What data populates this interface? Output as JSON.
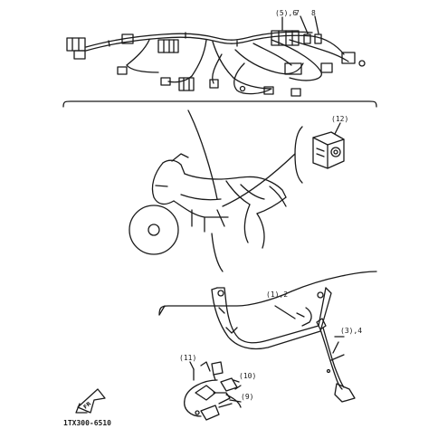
{
  "callouts": {
    "c56": "(5),6",
    "c7": "7",
    "c8": "8",
    "c12": "(12)",
    "c12b": "(1),2",
    "c34": "(3),4",
    "c11": "(11)",
    "c10": "(10)",
    "c9": "(9)"
  },
  "front_label": "FR",
  "part_code": "1TX300-6510",
  "colors": {
    "ink": "#1a1a1a",
    "paper": "#ffffff"
  }
}
